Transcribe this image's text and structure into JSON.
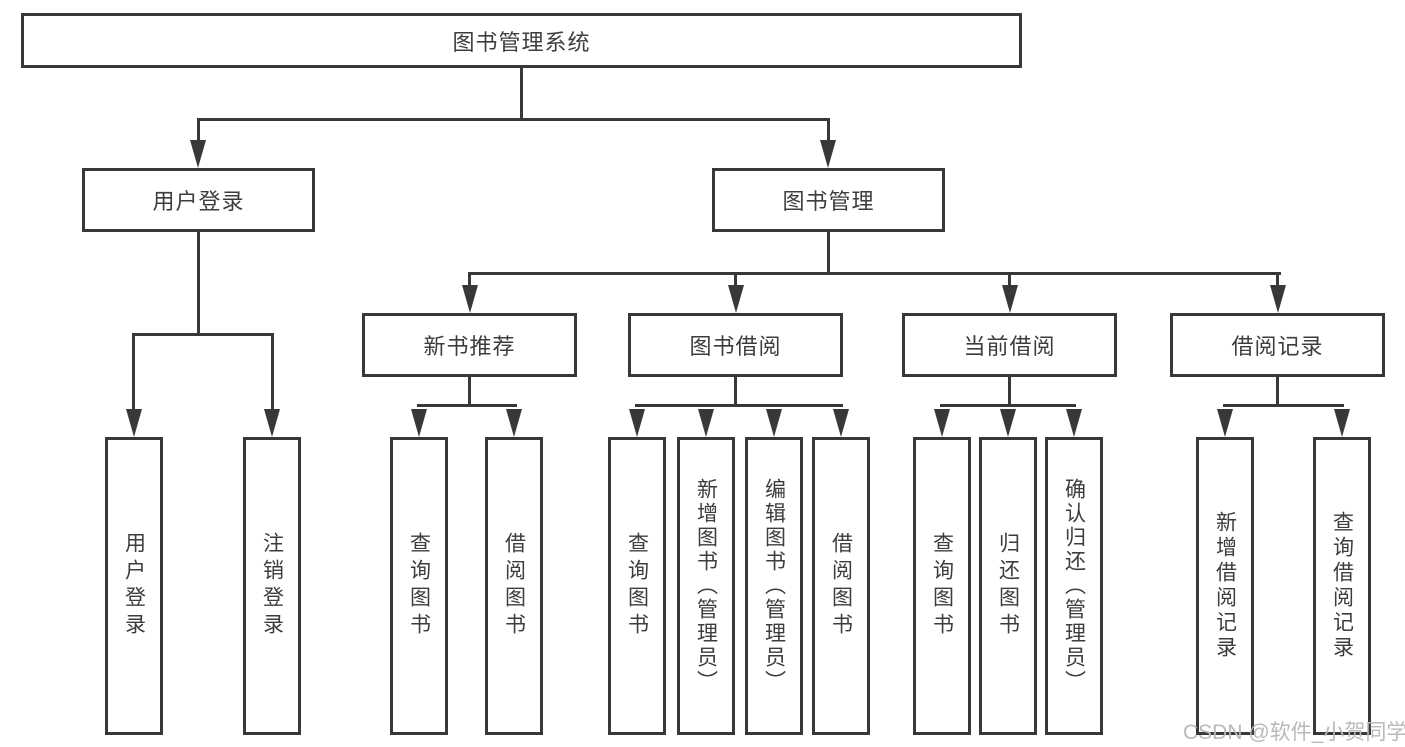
{
  "nodes": {
    "root": "图书管理系统",
    "l2_user": "用户登录",
    "l2_book": "图书管理",
    "l3_newbook": "新书推荐",
    "l3_borrow": "图书借阅",
    "l3_current": "当前借阅",
    "l3_records": "借阅记录",
    "leaf_user_login": "用户登录",
    "leaf_user_logout": "注销登录",
    "leaf_newbook_query": "查询图书",
    "leaf_newbook_borrow": "借阅图书",
    "leaf_borrow_query": "查询图书",
    "leaf_borrow_add": "新增图书（管理员）",
    "leaf_borrow_edit": "编辑图书（管理员）",
    "leaf_borrow_borrow": "借阅图书",
    "leaf_current_query": "查询图书",
    "leaf_current_return": "归还图书",
    "leaf_current_confirm": "确认归还（管理员）",
    "leaf_records_add": "新增借阅记录",
    "leaf_records_query": "查询借阅记录"
  },
  "watermark": "CSDN @软件_小贺同学",
  "colors": {
    "line": "#383838",
    "text": "#3d3d3d",
    "watermark": "#b9b9b9",
    "background": "#ffffff"
  }
}
